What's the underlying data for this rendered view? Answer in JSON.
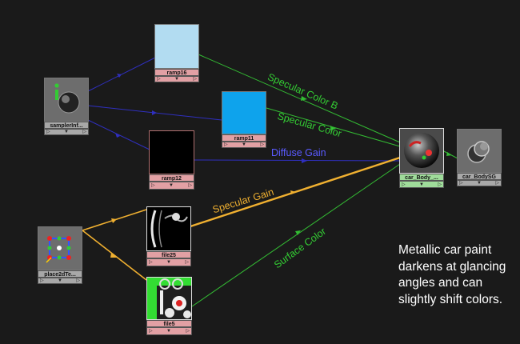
{
  "colors": {
    "background": "#1a1a1a",
    "wire_input": "#2f2fbf",
    "wire_green": "#33bb33",
    "wire_gold": "#f0b030",
    "label_blue": "#5a5aff",
    "label_green": "#33cc33",
    "label_gold": "#f0b030",
    "note_text": "#ffffff"
  },
  "nodes": {
    "samplerInfo": {
      "name": "samplerInf...",
      "icon": "sampler-info-icon"
    },
    "ramp16": {
      "name": "ramp16",
      "swatch_color": "#b2dcf1"
    },
    "ramp11": {
      "name": "ramp11",
      "swatch_color": "#0ea3ec"
    },
    "ramp12": {
      "name": "ramp12",
      "swatch_color": "#000000"
    },
    "place2dTexture": {
      "name": "place2dTe...",
      "icon": "place2d-texture-icon"
    },
    "file25": {
      "name": "file25",
      "icon": "fresnel-texture-thumbnail"
    },
    "file5": {
      "name": "file5",
      "icon": "car-paint-texture-thumbnail"
    },
    "car_Body": {
      "name": "car_Body_...",
      "icon": "car-body-shader-sphere-icon"
    },
    "car_BodySG": {
      "name": "car_BodySG",
      "icon": "shading-group-icon"
    }
  },
  "connections": {
    "specular_color_b": "Specular Color B",
    "specular_color": "Specular Color",
    "diffuse_gain": "Diffuse Gain",
    "specular_gain": "Specular Gain",
    "surface_color": "Surface Color"
  },
  "note": {
    "lines": [
      "Metallic car paint",
      "darkens at glancing",
      "angles and can",
      "slightly shift colors."
    ]
  }
}
